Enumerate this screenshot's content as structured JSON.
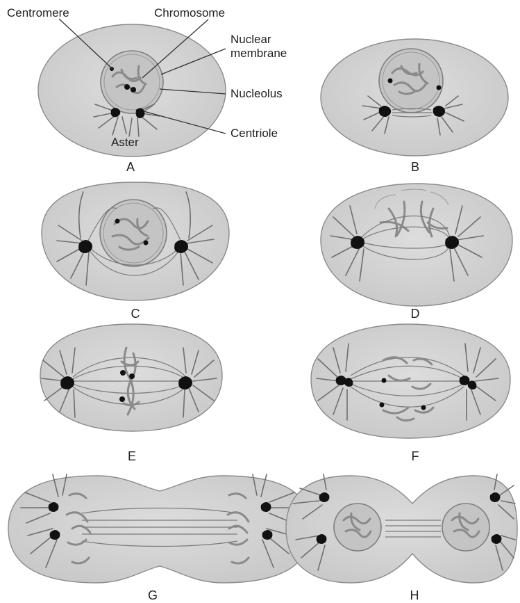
{
  "labels": {
    "centromere": "Centromere",
    "chromosome": "Chromosome",
    "nuclear_line1": "Nuclear",
    "nuclear_line2": "membrane",
    "nucleolus": "Nucleolus",
    "centriole": "Centriole",
    "aster": "Aster"
  },
  "panels": [
    {
      "id": "A",
      "label": "A"
    },
    {
      "id": "B",
      "label": "B"
    },
    {
      "id": "C",
      "label": "C"
    },
    {
      "id": "D",
      "label": "D"
    },
    {
      "id": "E",
      "label": "E"
    },
    {
      "id": "F",
      "label": "F"
    },
    {
      "id": "G",
      "label": "G"
    },
    {
      "id": "H",
      "label": "H"
    }
  ],
  "colors": {
    "cytoplasm": "#d6d6d6",
    "outline": "#8a8a8a",
    "centriole": "#111111",
    "fibers": "#6e6e6e"
  }
}
